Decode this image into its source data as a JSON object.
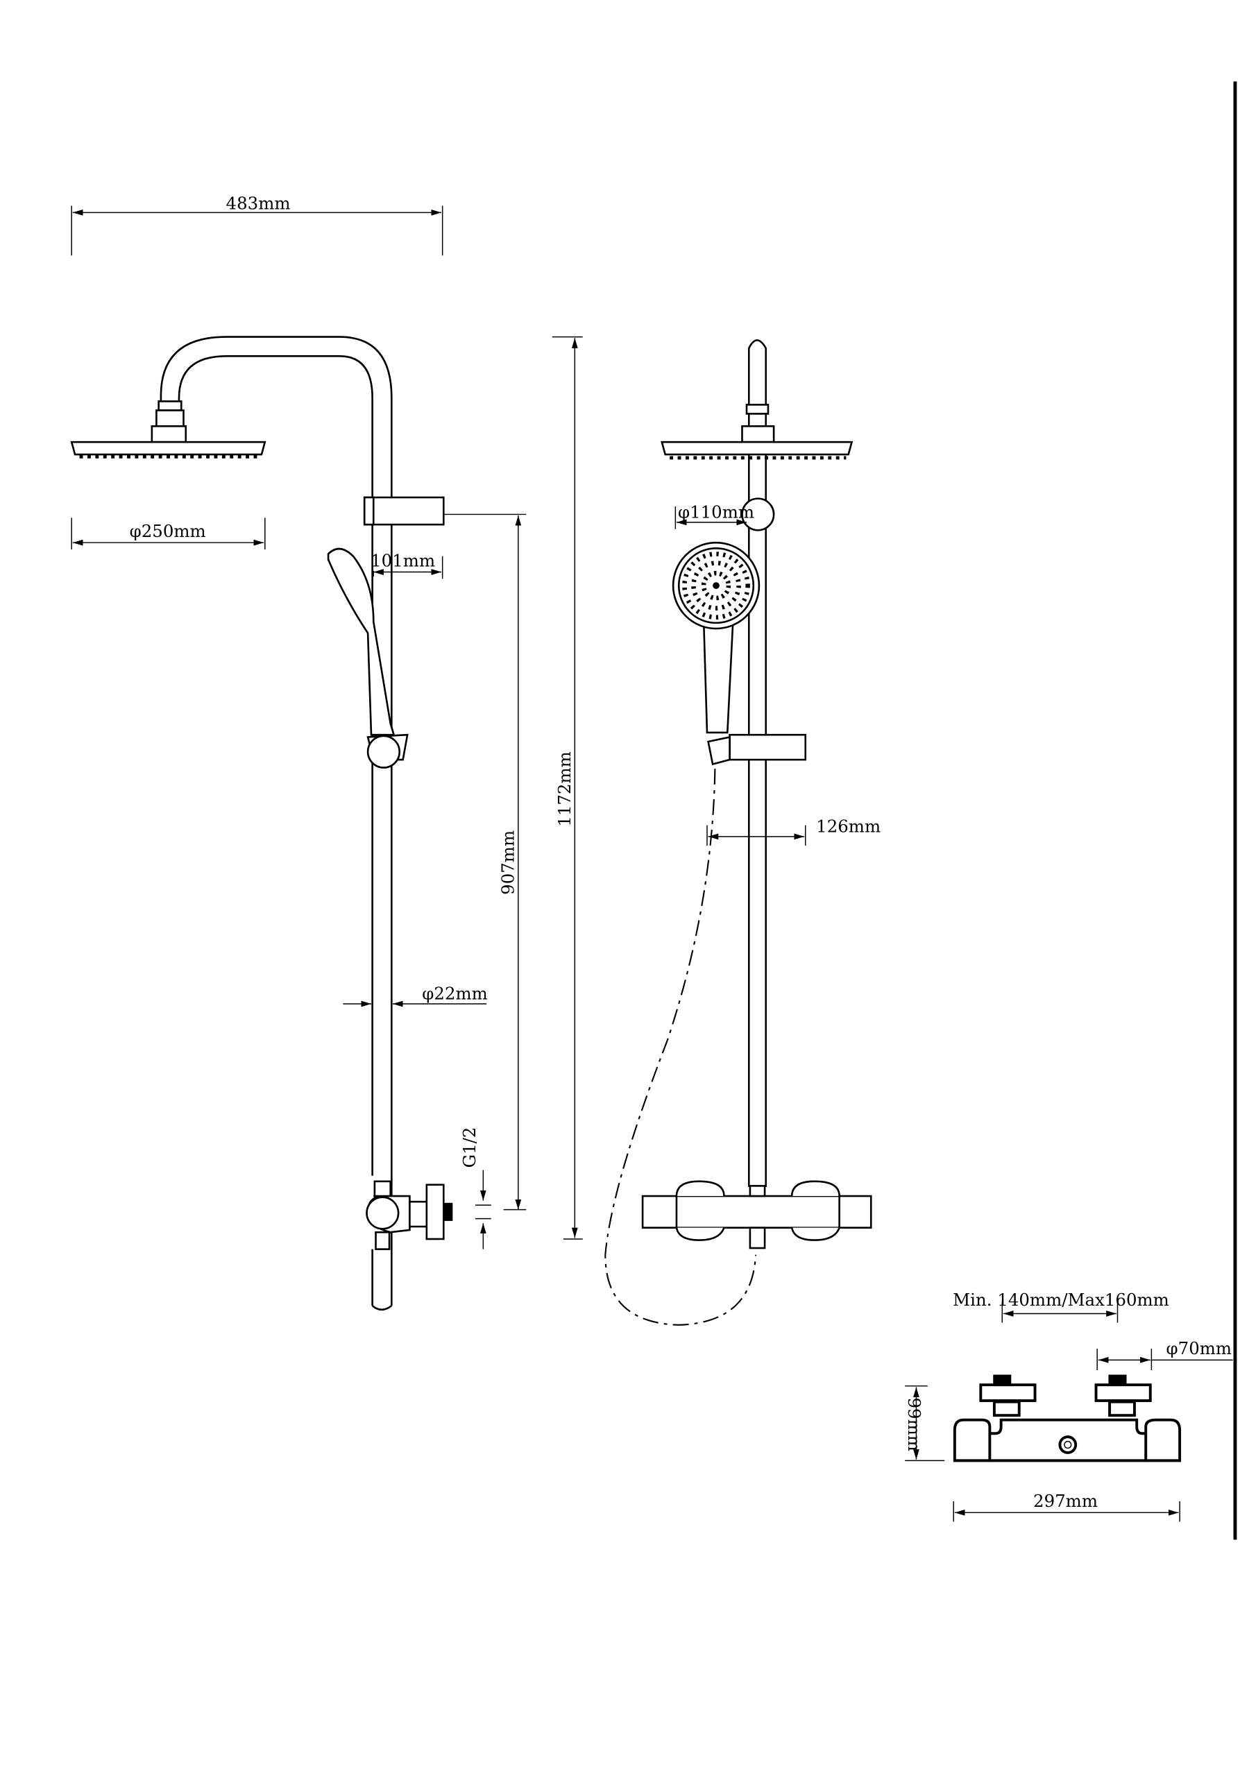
{
  "dimensions": {
    "overall_width": "483mm",
    "head_diameter": "φ250mm",
    "holder_offset": "101mm",
    "slider_height": "907mm",
    "total_height": "1172mm",
    "pipe_diameter": "φ22mm",
    "thread": "G1/2",
    "handshower_diameter": "φ110mm",
    "hose_offset": "126mm",
    "inlet_spacing": "Min. 140mm/Max160mm",
    "knob_diameter": "φ70mm",
    "valve_height": "99mm",
    "valve_width": "297mm"
  },
  "colors": {
    "line": "#000000",
    "background": "#ffffff"
  }
}
